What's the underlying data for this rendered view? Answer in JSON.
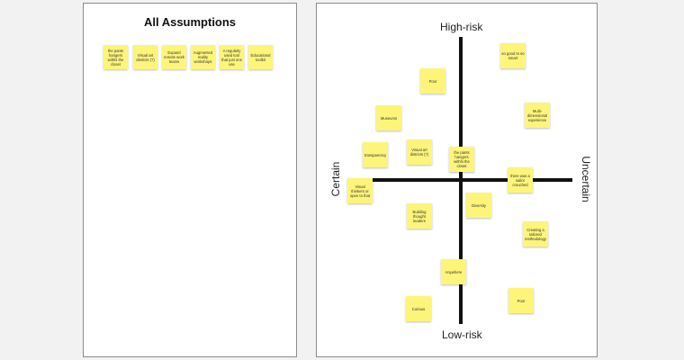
{
  "left_board": {
    "title": "All Assumptions",
    "stickies": [
      {
        "text": "the pants hangers withhi the closet"
      },
      {
        "text": "Visual art districts (?)"
      },
      {
        "text": "Expand remote work teams"
      },
      {
        "text": "Augmented reality workshops"
      },
      {
        "text": "A regularly used tool that just one use"
      },
      {
        "text": "Educational toolkit"
      }
    ]
  },
  "right_board": {
    "axis_labels": {
      "top": "High-risk",
      "bottom": "Low-risk",
      "left": "Certain",
      "right": "Uncertain"
    },
    "stickies": [
      {
        "text": "Poor"
      },
      {
        "text": "so good to so smart"
      },
      {
        "text": "Museums"
      },
      {
        "text": "Multi-dimensional experience"
      },
      {
        "text": "transparency"
      },
      {
        "text": "Visual art districts (?)"
      },
      {
        "text": "the pants hangers withhi the closet"
      },
      {
        "text": "there was a sailor crouched"
      },
      {
        "text": "Visual thinkers or open to that"
      },
      {
        "text": "Diversity"
      },
      {
        "text": "Building thought leaders"
      },
      {
        "text": "Creating a tailored methodology"
      },
      {
        "text": "Anywhere"
      },
      {
        "text": "Poor"
      },
      {
        "text": "Curious"
      }
    ]
  },
  "colors": {
    "sticky": "#fdf57a",
    "axis": "#111111",
    "board_border": "#8c8c8c"
  }
}
